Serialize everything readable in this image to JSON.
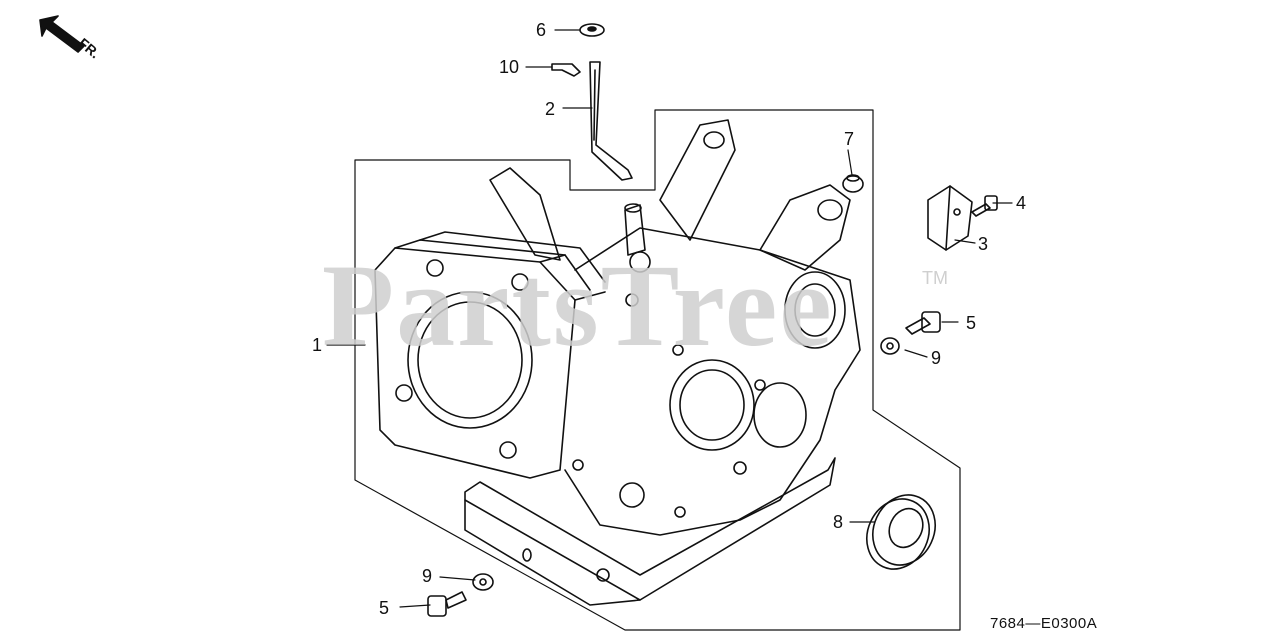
{
  "callouts": [
    {
      "id": "1",
      "text": "1"
    },
    {
      "id": "2",
      "text": "2"
    },
    {
      "id": "3",
      "text": "3"
    },
    {
      "id": "4",
      "text": "4"
    },
    {
      "id": "5a",
      "text": "5"
    },
    {
      "id": "5b",
      "text": "5"
    },
    {
      "id": "6",
      "text": "6"
    },
    {
      "id": "7",
      "text": "7"
    },
    {
      "id": "8",
      "text": "8"
    },
    {
      "id": "9a",
      "text": "9"
    },
    {
      "id": "9b",
      "text": "9"
    },
    {
      "id": "10",
      "text": "10"
    }
  ],
  "direction_label": "FR.",
  "drawing_code": "7684—E0300A",
  "watermark": {
    "text": "PartsTree",
    "trademark": "TM"
  },
  "colors": {
    "line": "#111111",
    "watermark": "#cfcfcf"
  },
  "icons": [
    "front-direction-arrow-icon"
  ]
}
